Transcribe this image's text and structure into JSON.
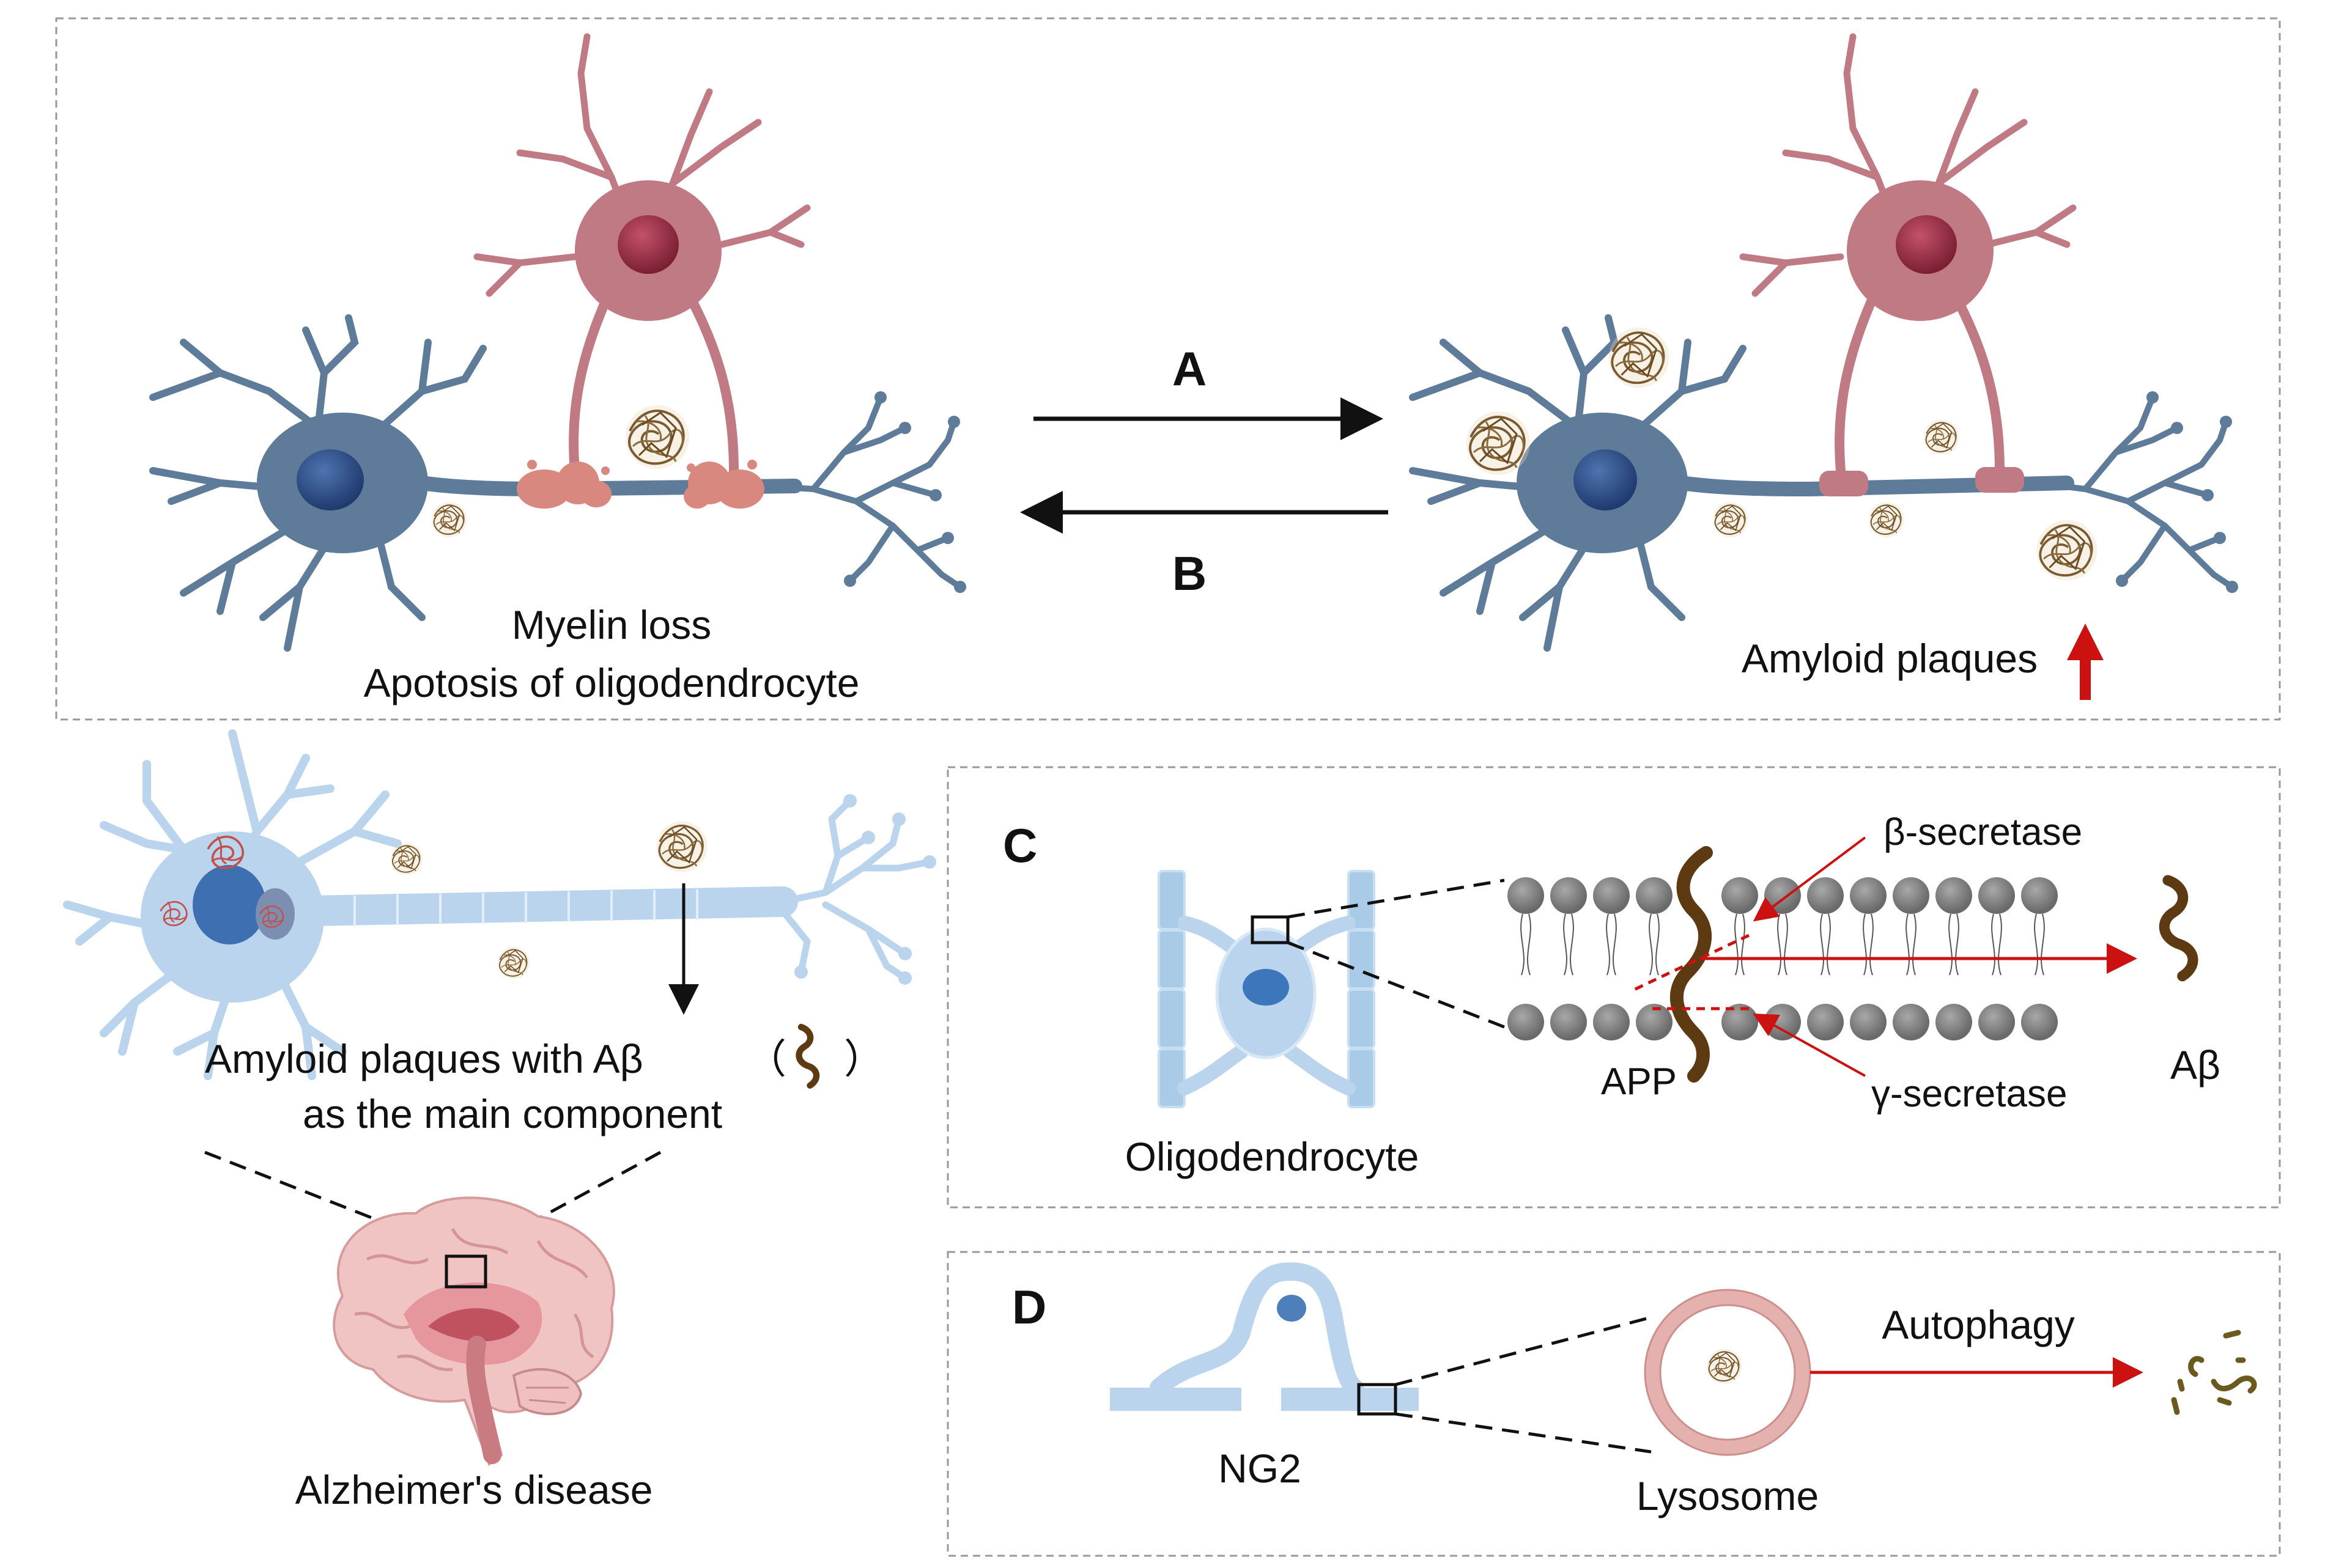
{
  "colors": {
    "neuron_blue": "#5e7b99",
    "neuron_blue_dark": "#3f5a79",
    "nucleus_blue": "#2c4e86",
    "oligo_red": "#c07a84",
    "oligo_nucleus": "#9c3345",
    "myelin_debris": "#d98880",
    "plaque_brown": "#7a5a30",
    "light_blue": "#b9d4ec",
    "accent_red": "#cc1111",
    "abeta_brown": "#5e3a12",
    "membrane_gray": "#7d7d7d",
    "lysosome_pink": "#e4b1ae"
  },
  "panel_top": {
    "arrow_a_label": "A",
    "arrow_b_label": "B",
    "left_caption_line1": "Myelin loss",
    "left_caption_line2": "Apotosis of oligodendrocyte",
    "right_caption": "Amyloid plaques",
    "right_icon": "red-up-arrow-icon"
  },
  "panel_left": {
    "caption_line1": "Amyloid plaques with Aβ",
    "paren_open": "（",
    "paren_close": "）",
    "caption_line2": "as the main component",
    "brain_caption": "Alzheimer's disease"
  },
  "panel_c": {
    "letter": "C",
    "beta_label": "β-secretase",
    "gamma_label": "γ-secretase",
    "app_label": "APP",
    "abeta_label": "Aβ",
    "oligo_label": "Oligodendrocyte"
  },
  "panel_d": {
    "letter": "D",
    "ng2_label": "NG2",
    "lysosome_label": "Lysosome",
    "autophagy_label": "Autophagy"
  }
}
